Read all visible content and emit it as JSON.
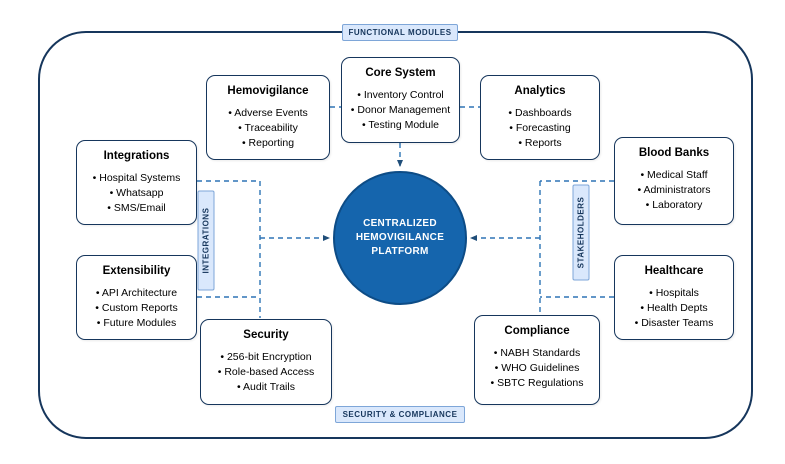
{
  "badges": {
    "top": "FUNCTIONAL MODULES",
    "bottom": "SECURITY & COMPLIANCE",
    "left": "INTEGRATIONS",
    "right": "STAKEHOLDERS"
  },
  "center": {
    "line1": "CENTRALIZED",
    "line2": "HEMOVIGILANCE",
    "line3": "PLATFORM"
  },
  "nodes": {
    "hemovigilance": {
      "title": "Hemovigilance",
      "items": [
        "Adverse Events",
        "Traceability",
        "Reporting"
      ]
    },
    "core": {
      "title": "Core System",
      "items": [
        "Inventory Control",
        "Donor Management",
        "Testing Module"
      ]
    },
    "analytics": {
      "title": "Analytics",
      "items": [
        "Dashboards",
        "Forecasting",
        "Reports"
      ]
    },
    "integrations": {
      "title": "Integrations",
      "items": [
        "Hospital Systems",
        "Whatsapp",
        "SMS/Email"
      ]
    },
    "extensibility": {
      "title": "Extensibility",
      "items": [
        "API Architecture",
        "Custom Reports",
        "Future Modules"
      ]
    },
    "bloodbanks": {
      "title": "Blood Banks",
      "items": [
        "Medical Staff",
        "Administrators",
        "Laboratory"
      ]
    },
    "healthcare": {
      "title": "Healthcare",
      "items": [
        "Hospitals",
        "Health Depts",
        "Disaster Teams"
      ]
    },
    "security": {
      "title": "Security",
      "items": [
        "256-bit Encryption",
        "Role-based Access",
        "Audit Trails"
      ]
    },
    "compliance": {
      "title": "Compliance",
      "items": [
        "NABH Standards",
        "WHO Guidelines",
        "SBTC Regulations"
      ]
    }
  },
  "colors": {
    "boundary_border": "#16365c",
    "node_border": "#16365c",
    "circle_fill": "#1565ad",
    "circle_border": "#0d4c86",
    "connector": "#2e74b5",
    "arrowhead": "#1f4e79",
    "badge_bg": "#dae8fc",
    "badge_border": "#7ea6d8",
    "badge_text": "#16365c"
  }
}
